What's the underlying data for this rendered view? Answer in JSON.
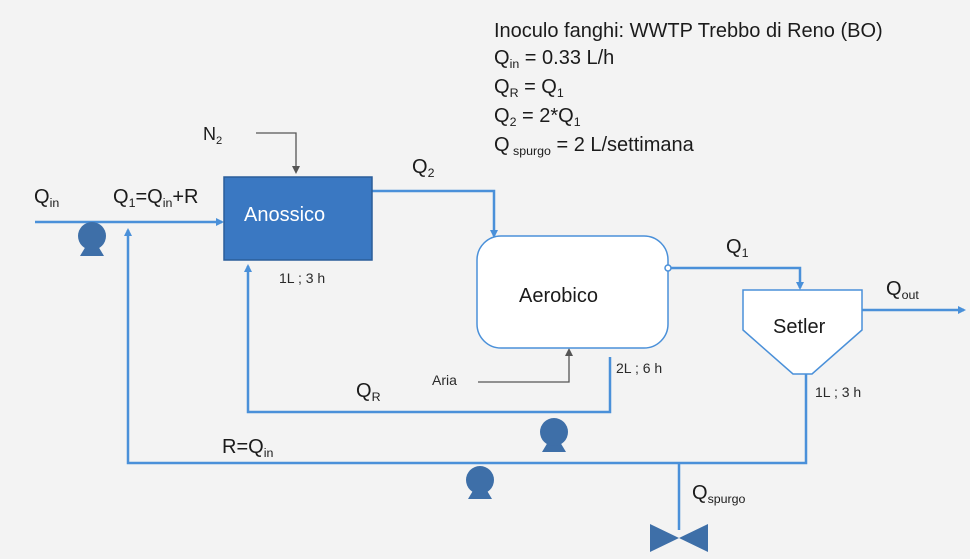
{
  "info": {
    "line1": "Inoculo fanghi: WWTP Trebbo di Reno (BO)",
    "qin_label": "Q",
    "qin_sub": "in",
    "qin_value": " = 0.33 L/h",
    "qr_label": "Q",
    "qr_sub": "R",
    "qr_eq": " = Q",
    "qr_eq_sub": "1",
    "q2_label": "Q",
    "q2_sub": "2",
    "q2_eq": " = 2*Q",
    "q2_eq_sub": "1",
    "qspurgo_label": "Q",
    "qspurgo_sub": " spurgo",
    "qspurgo_value": " = 2 L/settimana"
  },
  "units": {
    "anossico": {
      "name": "Anossico",
      "spec": "1L ; 3 h"
    },
    "aerobico": {
      "name": "Aerobico",
      "spec": "2L ; 6 h"
    },
    "setler": {
      "name": "Setler",
      "spec": "1L ; 3 h"
    }
  },
  "streams": {
    "n2": {
      "main": "N",
      "sub": "2"
    },
    "qin": {
      "main": "Q",
      "sub": "in"
    },
    "q1_eq": {
      "a": "Q",
      "a_sub": "1",
      "b": "=Q",
      "b_sub": "in",
      "c": "+R"
    },
    "q2": {
      "main": "Q",
      "sub": "2"
    },
    "q1": {
      "main": "Q",
      "sub": "1"
    },
    "qout": {
      "main": "Q",
      "sub": "out"
    },
    "qr": {
      "main": "Q",
      "sub": "R"
    },
    "aria": "Aria",
    "r_eq": {
      "main": "R=Q",
      "sub": "in"
    },
    "qspurgo": {
      "main": "Q",
      "sub": "spurgo"
    }
  },
  "colors": {
    "pipe": "#4a90d9",
    "anossico_fill": "#3a78c2",
    "anossico_border": "#2a5d99",
    "pump": "#3e6fa8",
    "aria_line": "#555555"
  }
}
